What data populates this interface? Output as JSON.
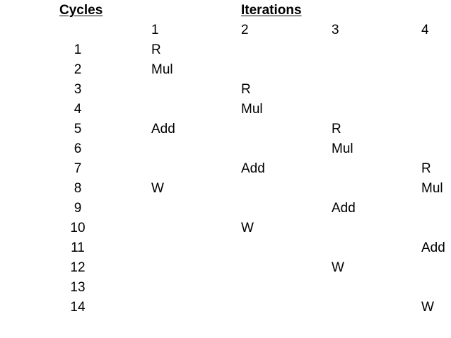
{
  "table": {
    "cycles_header": "Cycles",
    "iterations_header": "Iterations",
    "iteration_labels": [
      "1",
      "2",
      "3",
      "4"
    ],
    "rows": [
      {
        "cycle": "1",
        "cells": [
          "R",
          "",
          "",
          ""
        ]
      },
      {
        "cycle": "2",
        "cells": [
          "Mul",
          "",
          "",
          ""
        ]
      },
      {
        "cycle": "3",
        "cells": [
          "",
          "R",
          "",
          ""
        ]
      },
      {
        "cycle": "4",
        "cells": [
          "",
          "Mul",
          "",
          ""
        ]
      },
      {
        "cycle": "5",
        "cells": [
          "Add",
          "",
          "R",
          ""
        ]
      },
      {
        "cycle": "6",
        "cells": [
          "",
          "",
          "Mul",
          ""
        ]
      },
      {
        "cycle": "7",
        "cells": [
          "",
          "Add",
          "",
          "R"
        ]
      },
      {
        "cycle": "8",
        "cells": [
          "W",
          "",
          "",
          "Mul"
        ]
      },
      {
        "cycle": "9",
        "cells": [
          "",
          "",
          "Add",
          ""
        ]
      },
      {
        "cycle": "10",
        "cells": [
          "",
          "W",
          "",
          ""
        ]
      },
      {
        "cycle": "11",
        "cells": [
          "",
          "",
          "",
          "Add"
        ]
      },
      {
        "cycle": "12",
        "cells": [
          "",
          "",
          "W",
          ""
        ]
      },
      {
        "cycle": "13",
        "cells": [
          "",
          "",
          "",
          ""
        ]
      },
      {
        "cycle": "14",
        "cells": [
          "",
          "",
          "",
          "W"
        ]
      }
    ]
  }
}
